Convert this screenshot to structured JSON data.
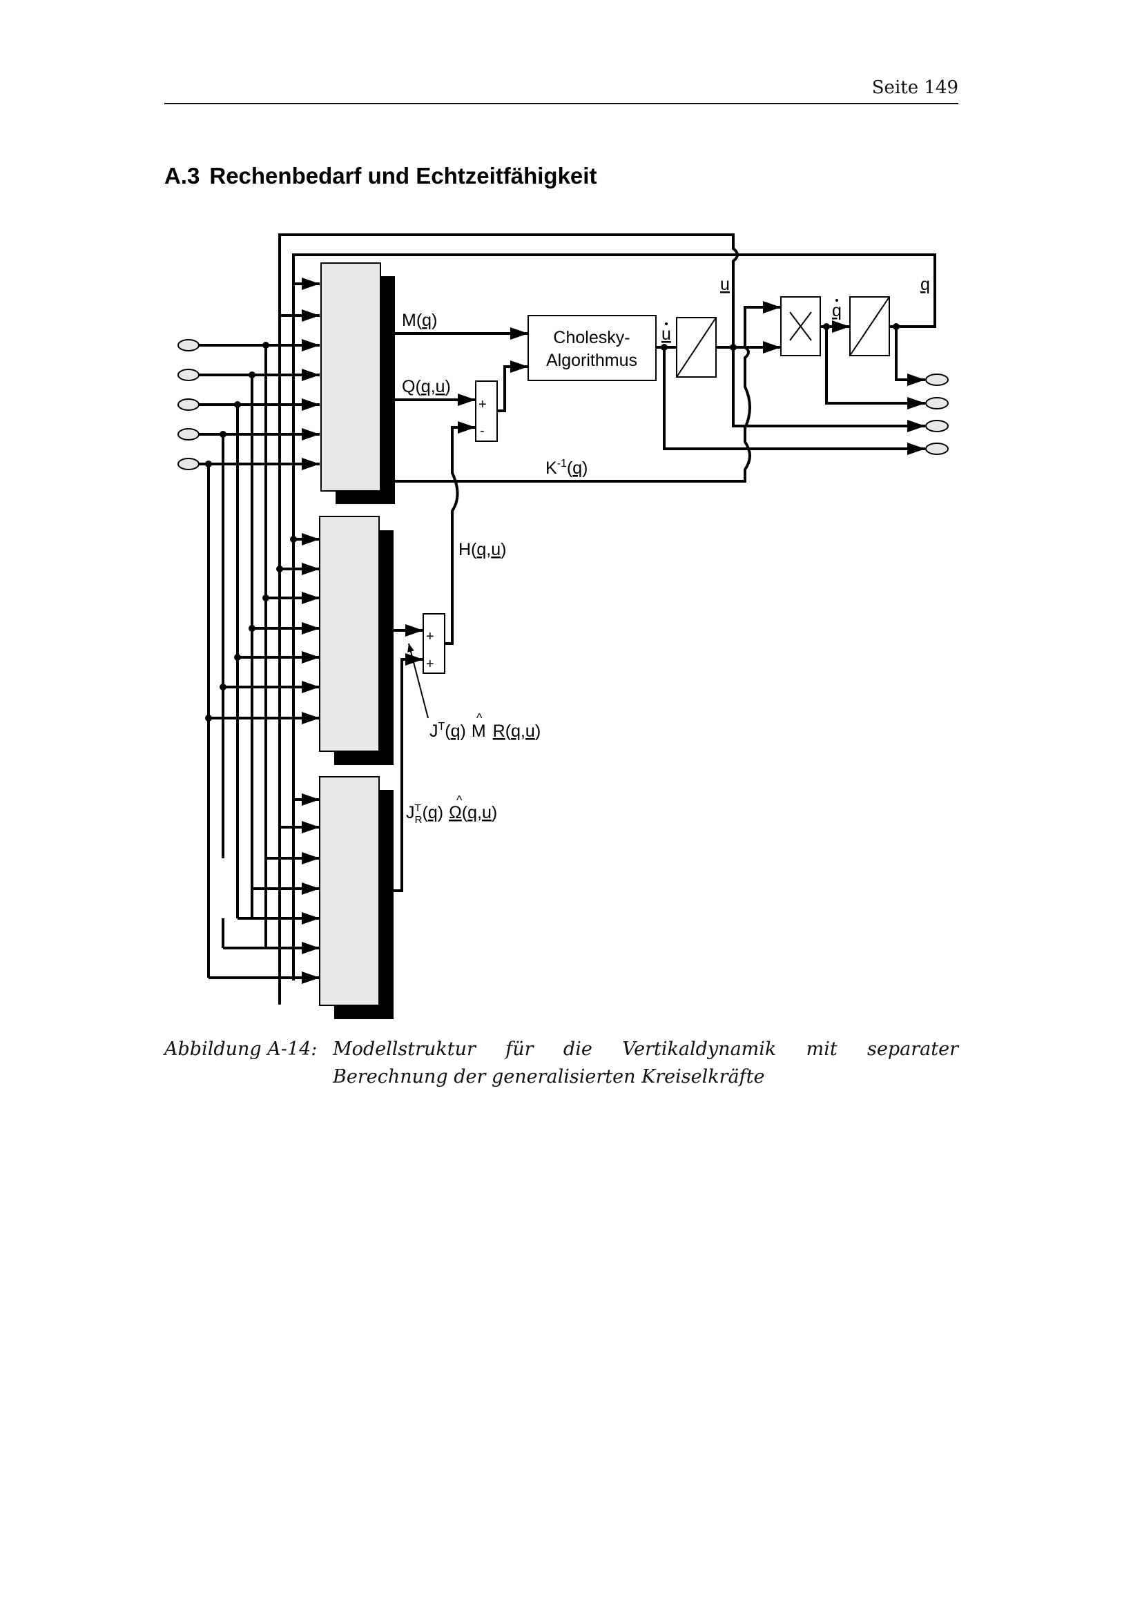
{
  "header": {
    "page_label": "Seite 149"
  },
  "section": {
    "number": "A.3",
    "title": "Rechenbedarf und Echtzeitfähigkeit"
  },
  "diagram": {
    "type": "block-diagram",
    "input_ports": 5,
    "output_ports": 4,
    "blocks": {
      "cholesky_line1": "Cholesky-",
      "cholesky_line2": "Algorithmus",
      "sum1_plus": "+",
      "sum1_minus": "-",
      "sum2_plus_top": "+",
      "sum2_plus_bottom": "+"
    },
    "signals": {
      "mass_matrix": {
        "main": "M(",
        "var": "q",
        "close": ")"
      },
      "q_force": {
        "main": "Q(",
        "v1": "q",
        "sep": ",",
        "v2": "u",
        "close": ")"
      },
      "k_inverse": {
        "main": "K",
        "sup": "-1",
        "open": "(",
        "var": "q",
        "close": ")"
      },
      "h_force": {
        "main": "H(",
        "v1": "q",
        "sep": ",",
        "v2": "u",
        "close": ")"
      },
      "u_dot": "u",
      "u": "u",
      "q_dot": "q",
      "q": "q",
      "jt_term": {
        "j": "J",
        "sup": "T",
        "p1": "(",
        "q": "q",
        "p2": ")",
        "m": "M",
        "hat": "^",
        "r": "R",
        "args_open": "(",
        "a1": "q",
        "a_sep": ",",
        "a2": "u",
        "args_close": ")"
      },
      "jr_term": {
        "j": "J",
        "sup": "T",
        "sub": "R",
        "p1": "(",
        "q": "q",
        "p2": ")",
        "omega": "Ω",
        "hat": "^",
        "args_open": "(",
        "a1": "q",
        "a_sep": ",",
        "a2": "u",
        "args_close": ")"
      }
    }
  },
  "caption": {
    "label": "Abbildung A-14:",
    "text": "Modellstruktur für die Vertikaldynamik mit separater Berechnung der generalisierten Kreiselkräfte"
  }
}
